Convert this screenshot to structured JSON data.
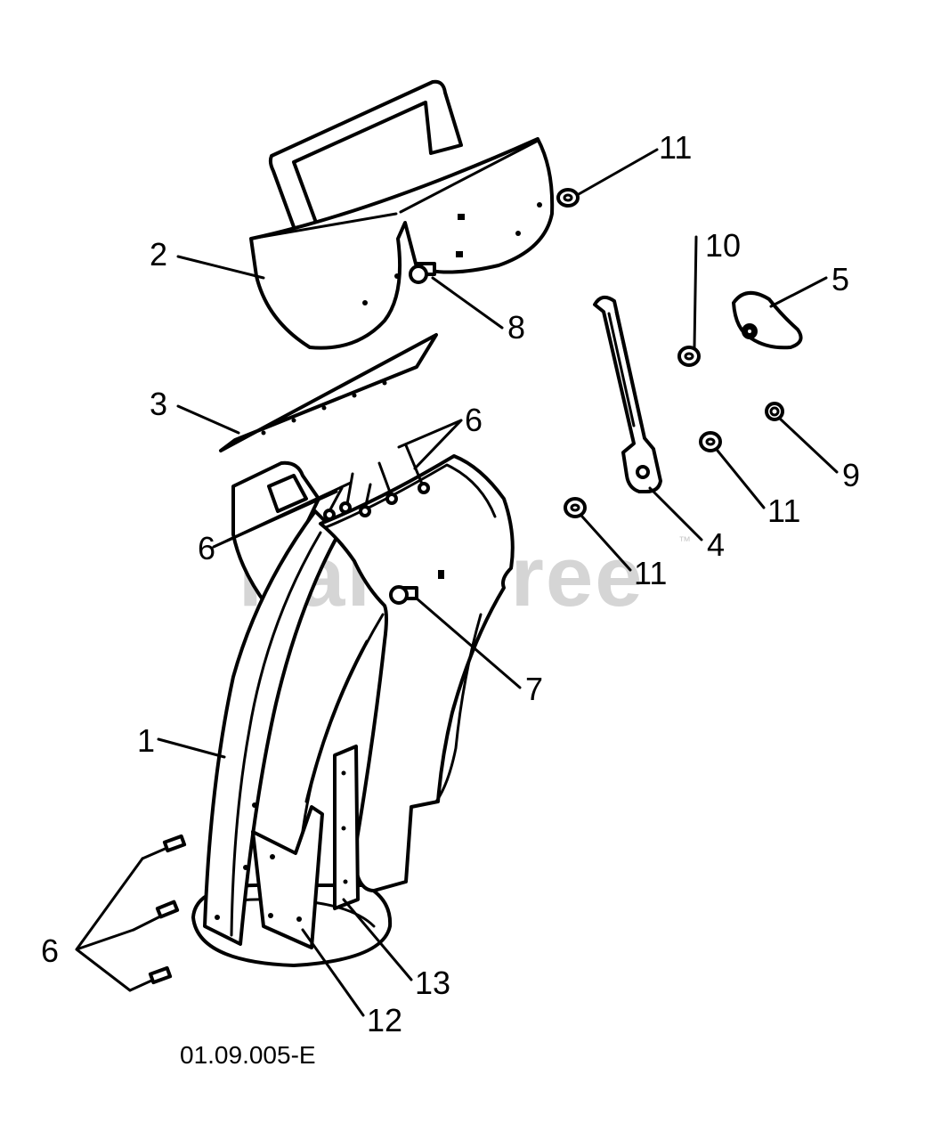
{
  "diagram": {
    "drawing_code": "01.09.005-E",
    "watermark": "PartsTree",
    "watermark_mark": "™",
    "callouts": [
      {
        "id": "c1",
        "label": "1"
      },
      {
        "id": "c2",
        "label": "2"
      },
      {
        "id": "c3",
        "label": "3"
      },
      {
        "id": "c4",
        "label": "4"
      },
      {
        "id": "c5",
        "label": "5"
      },
      {
        "id": "c6a",
        "label": "6"
      },
      {
        "id": "c6b",
        "label": "6"
      },
      {
        "id": "c6c",
        "label": "6"
      },
      {
        "id": "c7",
        "label": "7"
      },
      {
        "id": "c8",
        "label": "8"
      },
      {
        "id": "c9",
        "label": "9"
      },
      {
        "id": "c10",
        "label": "10"
      },
      {
        "id": "c11a",
        "label": "11"
      },
      {
        "id": "c11b",
        "label": "11"
      },
      {
        "id": "c11c",
        "label": "11"
      },
      {
        "id": "c12",
        "label": "12"
      },
      {
        "id": "c13",
        "label": "13"
      }
    ]
  }
}
